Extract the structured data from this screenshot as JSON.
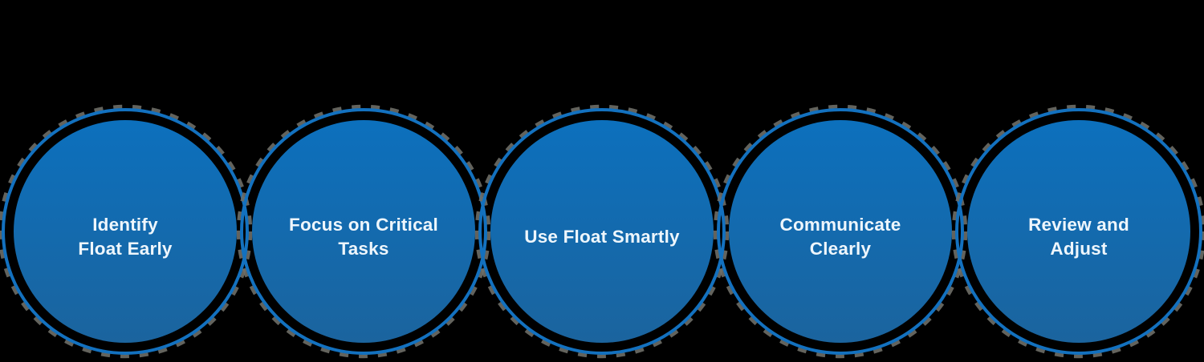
{
  "colors": {
    "background": "#000000",
    "fillTop": "#0c70bd",
    "fillBottom": "#1b649e",
    "ringBlue": "#1371bf",
    "dashGray": "#6e6e67",
    "textColor": "#eef6fc"
  },
  "steps": [
    {
      "label": "Identify\nFloat Early"
    },
    {
      "label": "Focus on Critical\nTasks"
    },
    {
      "label": "Use Float Smartly"
    },
    {
      "label": "Communicate\nClearly"
    },
    {
      "label": "Review and\nAdjust"
    }
  ]
}
